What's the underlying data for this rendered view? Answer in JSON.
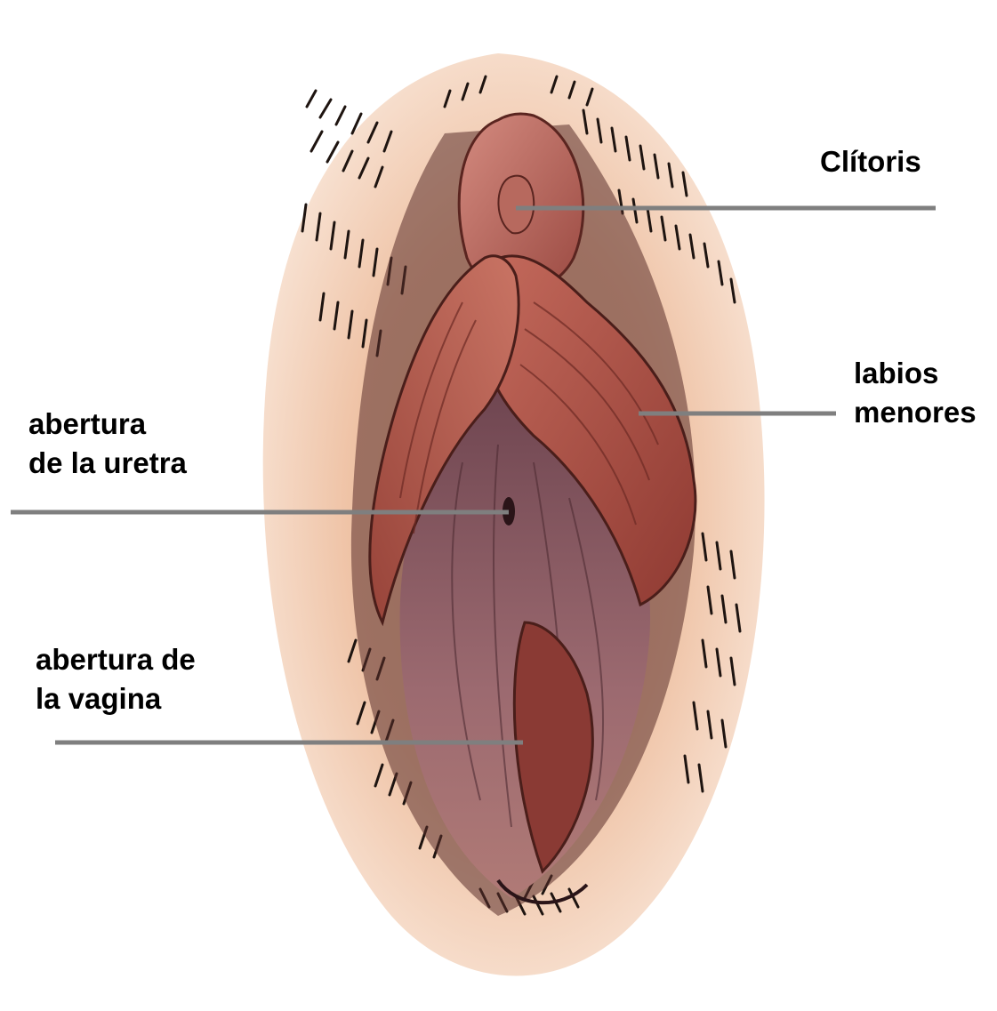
{
  "labels": {
    "clitoris": "Clítoris",
    "labia_line1": "labios",
    "labia_line2": "menores",
    "urethra_line1": "abertura",
    "urethra_line2": "de la uretra",
    "vagina_line1": "abertura de",
    "vagina_line2": "la vagina"
  },
  "colors": {
    "background": "#ffffff",
    "skin": "#efc3a6",
    "labia": "#a9473c",
    "inner": "#8a5a63",
    "hatching": "#1e1410",
    "leader_line": "#7f7f7f",
    "label_text": "#000000"
  }
}
